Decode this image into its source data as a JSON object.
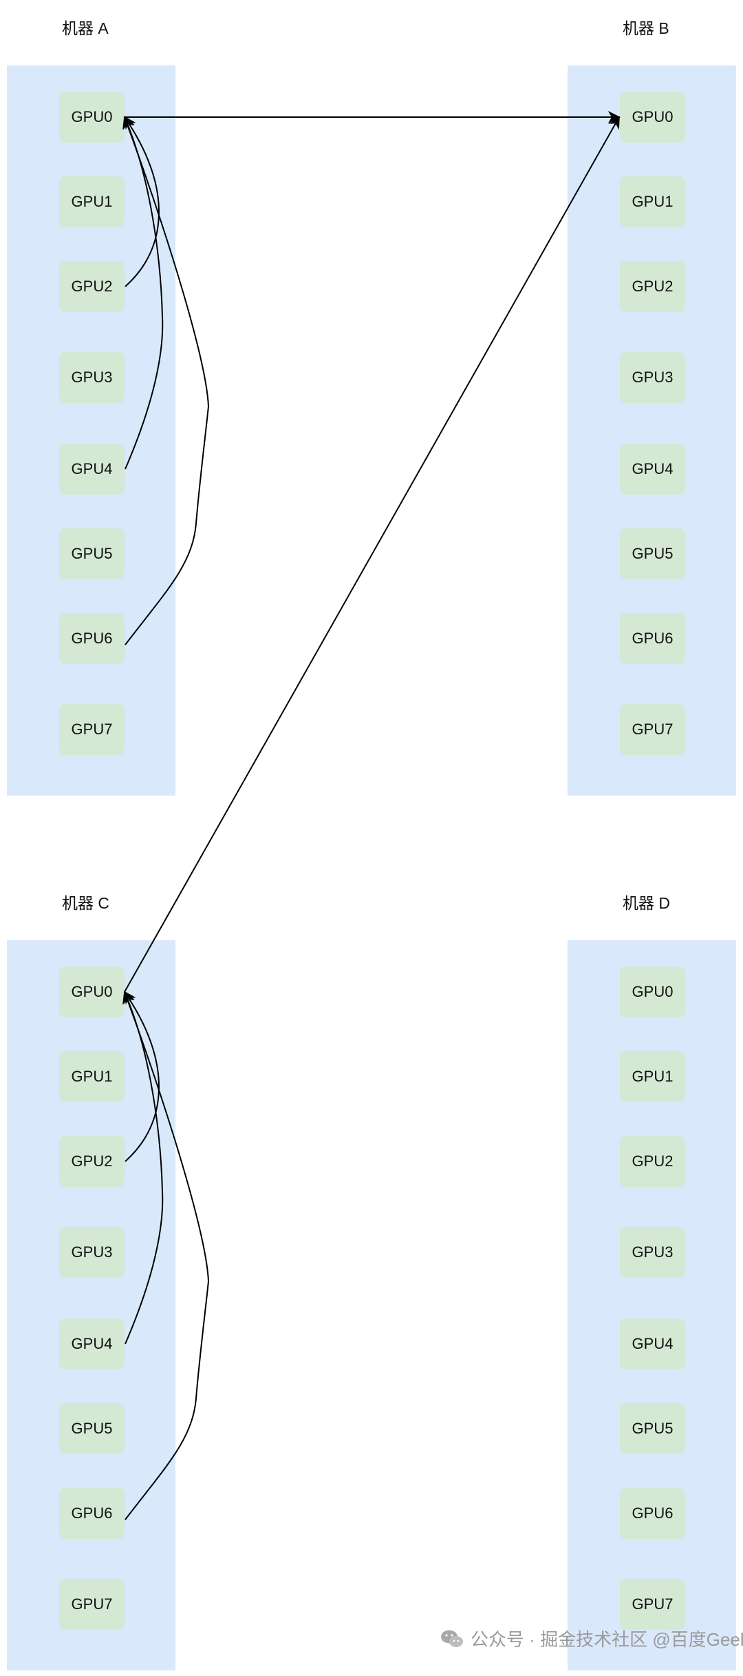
{
  "machines": [
    {
      "id": "a",
      "title": "机器 A",
      "gpus": [
        "GPU0",
        "GPU1",
        "GPU2",
        "GPU3",
        "GPU4",
        "GPU5",
        "GPU6",
        "GPU7"
      ]
    },
    {
      "id": "b",
      "title": "机器 B",
      "gpus": [
        "GPU0",
        "GPU1",
        "GPU2",
        "GPU3",
        "GPU4",
        "GPU5",
        "GPU6",
        "GPU7"
      ]
    },
    {
      "id": "c",
      "title": "机器 C",
      "gpus": [
        "GPU0",
        "GPU1",
        "GPU2",
        "GPU3",
        "GPU4",
        "GPU5",
        "GPU6",
        "GPU7"
      ]
    },
    {
      "id": "d",
      "title": "机器 D",
      "gpus": [
        "GPU0",
        "GPU1",
        "GPU2",
        "GPU3",
        "GPU4",
        "GPU5",
        "GPU6",
        "GPU7"
      ]
    }
  ],
  "connections": [
    {
      "from": "a.GPU2",
      "to": "a.GPU0"
    },
    {
      "from": "a.GPU4",
      "to": "a.GPU0"
    },
    {
      "from": "a.GPU6",
      "to": "a.GPU0"
    },
    {
      "from": "a.GPU0",
      "to": "b.GPU0"
    },
    {
      "from": "c.GPU2",
      "to": "c.GPU0"
    },
    {
      "from": "c.GPU4",
      "to": "c.GPU0"
    },
    {
      "from": "c.GPU6",
      "to": "c.GPU0"
    },
    {
      "from": "c.GPU0",
      "to": "b.GPU0"
    }
  ],
  "watermark": {
    "text": "公众号 · 掘金技术社区 @百度Geek说",
    "icon": "wechat-icon"
  },
  "colors": {
    "panel": "#dae8fc",
    "gpu": "#d5e8d4",
    "line": "#000000"
  }
}
